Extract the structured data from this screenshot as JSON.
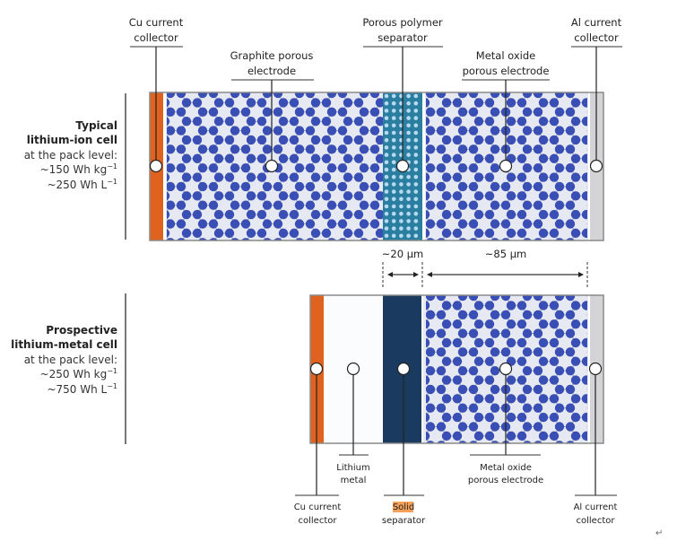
{
  "title": "Typical lithium-ion cell vs prospective lithium-metal cell",
  "colors": {
    "cu_collector": "#e0621f",
    "al_collector": "#d4d4d6",
    "electrode_bg": "#e6e9f1",
    "particle": "#3a4fb5",
    "bond": "#9aa0aa",
    "porous_separator": "#2a7fa0",
    "porous_separator_dots": "#b8daf0",
    "solid_separator": "#1b3a60",
    "lithium_metal": "#fbfcfe",
    "frame": "#8a8a8a",
    "highlight": "#f5a15a"
  },
  "top_cell": {
    "heading_line1": "Typical",
    "heading_line2": "lithium-ion cell",
    "subheading": "at the pack level:",
    "gravimetric_value": "~150 Wh kg",
    "gravimetric_sup": "−1",
    "volumetric_value": "~250 Wh L",
    "volumetric_sup": "−1",
    "labels": {
      "cu_line1": "Cu current",
      "cu_line2": "collector",
      "graphite_line1": "Graphite porous",
      "graphite_line2": "electrode",
      "separator_line1": "Porous polymer",
      "separator_line2": "separator",
      "oxide_line1": "Metal oxide",
      "oxide_line2": "porous electrode",
      "al_line1": "Al current",
      "al_line2": "collector"
    }
  },
  "dimensions": {
    "separator_thickness": "~20 µm",
    "cathode_thickness": "~85 µm"
  },
  "bottom_cell": {
    "heading_line1": "Prospective",
    "heading_line2": "lithium-metal cell",
    "subheading": "at the pack level:",
    "gravimetric_value": "~250 Wh kg",
    "gravimetric_sup": "−1",
    "volumetric_value": "~750 Wh L",
    "volumetric_sup": "−1",
    "labels": {
      "cu_line1": "Cu current",
      "cu_line2": "collector",
      "lithium_line1": "Lithium",
      "lithium_line2": "metal",
      "solid_highlight": "Solid",
      "solid_line2": "separator",
      "oxide_line1": "Metal oxide",
      "oxide_line2": "porous electrode",
      "al_line1": "Al current",
      "al_line2": "collector"
    }
  },
  "return_mark": "↵"
}
